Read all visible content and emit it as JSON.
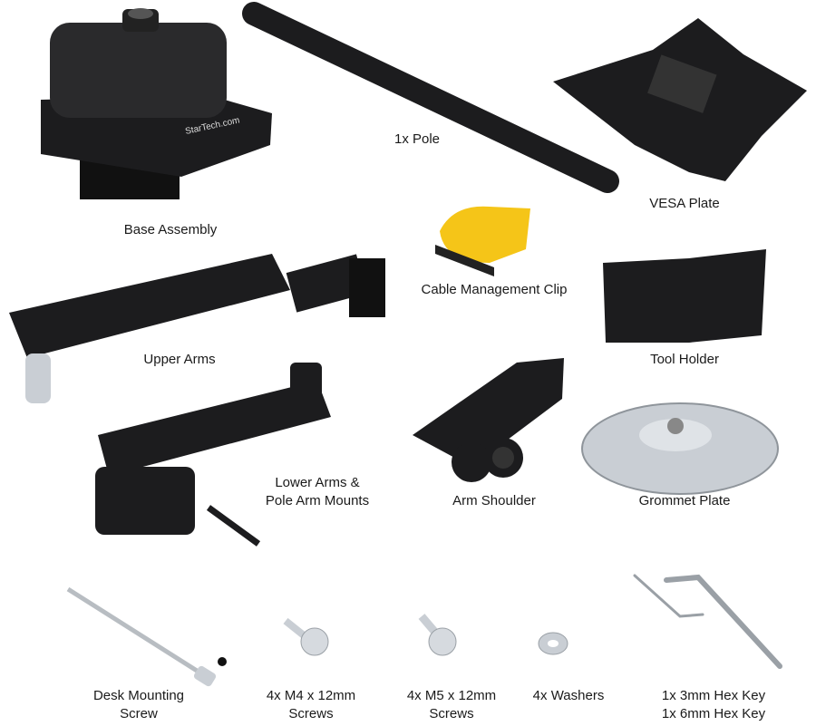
{
  "brand_logo": "StarTech.com",
  "parts": {
    "base_assembly": "Base Assembly",
    "pole": "1x Pole",
    "vesa_plate": "VESA Plate",
    "cable_clip": "Cable Management Clip",
    "tool_holder": "Tool Holder",
    "upper_arms": "Upper Arms",
    "lower_arms_line1": "Lower Arms &",
    "lower_arms_line2": "Pole Arm Mounts",
    "arm_shoulder": "Arm Shoulder",
    "grommet_plate": "Grommet Plate",
    "desk_screw_line1": "Desk Mounting",
    "desk_screw_line2": "Screw",
    "m4_line1": "4x M4 x 12mm",
    "m4_line2": "Screws",
    "m5_line1": "4x M5 x 12mm",
    "m5_line2": "Screws",
    "washers": "4x Washers",
    "hex_line1": "1x 3mm Hex Key",
    "hex_line2": "1x 6mm Hex Key"
  },
  "colors": {
    "part": "#1c1c1e",
    "clip": "#f5c518",
    "metal": "#c9ced4"
  }
}
